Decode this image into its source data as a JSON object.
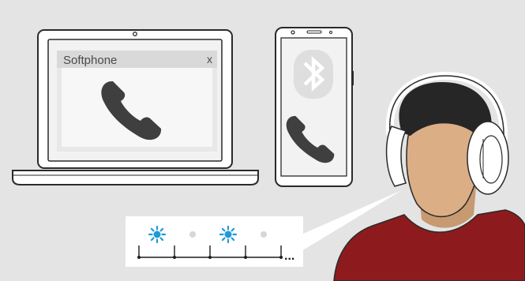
{
  "laptop": {
    "window": {
      "title": "Softphone",
      "close_label": "x",
      "icon": "phone-handset-icon"
    }
  },
  "smartphone": {
    "icons": [
      "bluetooth-icon",
      "phone-handset-icon"
    ]
  },
  "led_timeline": {
    "pulses": [
      "blue",
      "off",
      "blue",
      "off"
    ],
    "continuation_label": "..."
  },
  "colors": {
    "background": "#e4e4e4",
    "outline": "#2a2a2a",
    "screen": "#f2f2f2",
    "window_body": "#e8e8e8",
    "window_bar": "#d9d9d9",
    "handset": "#3f3f3f",
    "led_blue": "#1e9bd7",
    "led_off": "#d6d6d6",
    "skin": "#dcae86",
    "hair": "#262626",
    "shirt": "#8d1b1e",
    "headset": "#ffffff"
  }
}
